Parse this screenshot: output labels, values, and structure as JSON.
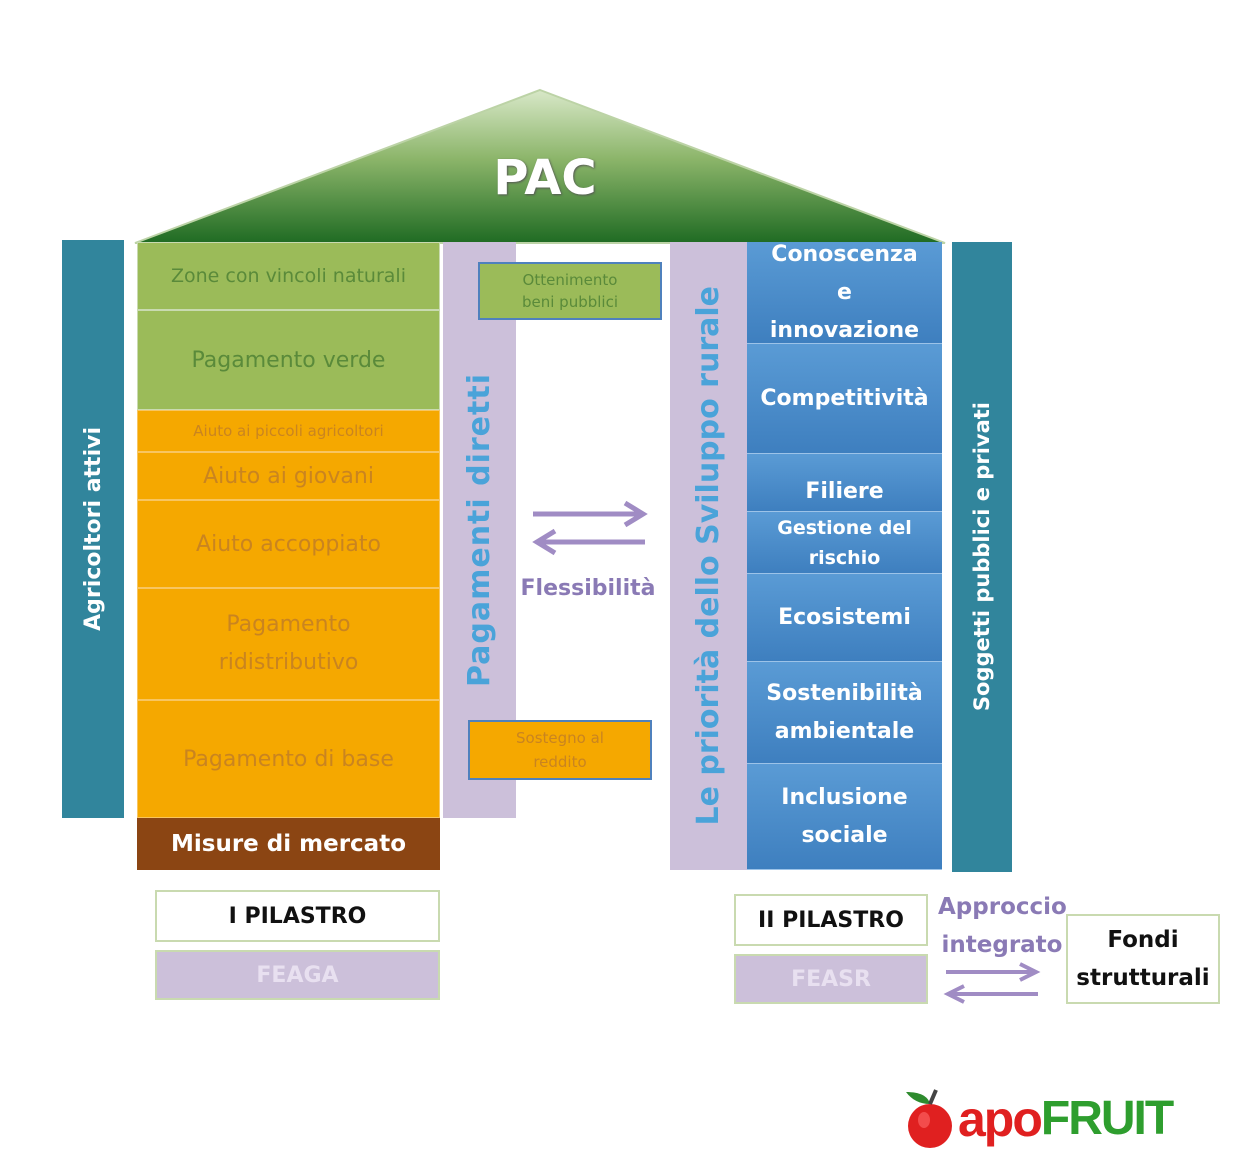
{
  "roof_label": "PAC",
  "left_pillar_label": "Agricoltori attivi",
  "right_pillar_label": "Soggetti pubblici e privati",
  "direct_payments_label": "Pagamenti diretti",
  "rural_priorities_label": "Le priorità dello Sviluppo rurale",
  "first_pillar_blocks": [
    "Zone con vincoli naturali",
    "Pagamento verde",
    "Aiuto ai piccoli agricoltori",
    "Aiuto ai giovani",
    "Aiuto accoppiato",
    "Pagamento ridistributivo",
    "Pagamento di base"
  ],
  "market_measures": "Misure di mercato",
  "public_goods_box": "Ottenimento beni pubblici",
  "income_support_box": "Sostegno al reddito",
  "flexibility_label": "Flessibilità",
  "rural_priorities": [
    "Conoscenza e innovazione",
    "Competitività",
    "Filiere",
    "Gestione del rischio",
    "Ecosistemi",
    "Sostenibilità ambientale",
    "Inclusione sociale"
  ],
  "pillar1": {
    "title": "I PILASTRO",
    "fund": "FEAGA"
  },
  "pillar2": {
    "title": "II PILASTRO",
    "fund": "FEASR"
  },
  "integrated_approach": "Approccio integrato",
  "structural_funds": "Fondi strutturali",
  "logo": {
    "prefix": "APO",
    "suffix": "FRUIT"
  },
  "colors": {
    "roof_green": "#2e7d32",
    "green_block": "#9bbb59",
    "orange_block": "#f5a800",
    "brown_block": "#8b4513",
    "blue_block": "#4a8ccb",
    "teal_pillar": "#31859c",
    "lilac": "#ccc0da"
  }
}
